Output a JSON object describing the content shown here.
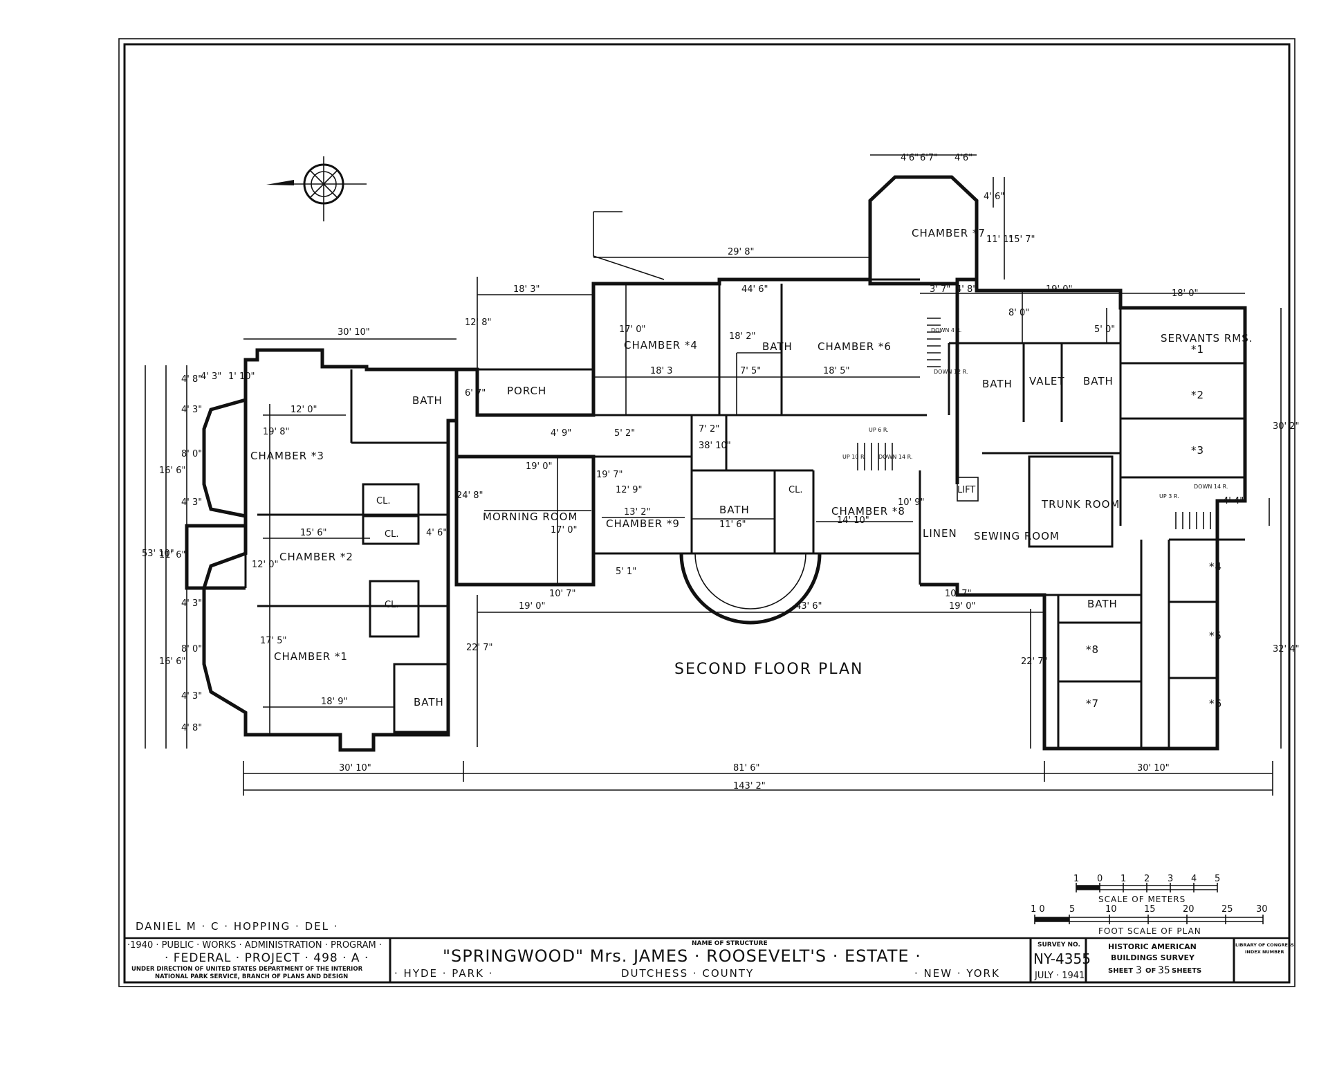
{
  "drawing_title": "SECOND FLOOR PLAN",
  "delineator": "DANIEL M · C · HOPPING · DEL ·",
  "rooms": [
    {
      "label": "CHAMBER *7"
    },
    {
      "label": "CHAMBER *4"
    },
    {
      "label": "CHAMBER *6"
    },
    {
      "label": "CHAMBER *3"
    },
    {
      "label": "CHAMBER *2"
    },
    {
      "label": "CHAMBER *1"
    },
    {
      "label": "CHAMBER *9"
    },
    {
      "label": "CHAMBER *8"
    },
    {
      "label": "MORNING ROOM"
    },
    {
      "label": "PORCH"
    },
    {
      "label": "BATH"
    },
    {
      "label": "VALET"
    },
    {
      "label": "SERVANTS RMS."
    },
    {
      "label": "TRUNK ROOM"
    },
    {
      "label": "SEWING ROOM"
    },
    {
      "label": "LINEN"
    },
    {
      "label": "LIFT"
    },
    {
      "label": "CL."
    },
    {
      "label": "*1"
    },
    {
      "label": "*2"
    },
    {
      "label": "*3"
    },
    {
      "label": "*4"
    },
    {
      "label": "*5"
    },
    {
      "label": "*6"
    },
    {
      "label": "*7"
    },
    {
      "label": "*8"
    }
  ],
  "dimensions": {
    "top_bay_a": "4'6\"",
    "top_bay_b": "6'7\"",
    "top_bay_c": "4'6\"",
    "d_29_8": "29' 8\"",
    "d_18_3_top": "18' 3\"",
    "d_44_6": "44' 6\"",
    "d_3_7": "3' 7\"",
    "d_4_8": "4' 8\"",
    "d_19_0_top": "19' 0\"",
    "d_18_0": "18' 0\"",
    "d_30_10_top": "30' 10\"",
    "d_12_8": "12' 8\"",
    "d_6_7": "6' 7\"",
    "d_17_0": "17' 0\"",
    "d_18_3": "18' 3",
    "d_18_2": "18' 2\"",
    "d_7_5": "7' 5\"",
    "d_18_5": "18' 5\"",
    "d_12_0": "12' 0\"",
    "d_19_8": "19' 8\"",
    "d_15_6": "15' 6\"",
    "d_12_0b": "12' 0\"",
    "d_4_6": "4' 6\"",
    "d_17_5": "17' 5\"",
    "d_18_9": "18' 9\"",
    "d_19_0_mr": "19' 0\"",
    "d_24_8": "24' 8\"",
    "d_17_0b": "17' 0\"",
    "d_10_7": "10' 7\"",
    "d_19_7": "19' 7\"",
    "d_12_9": "12' 9\"",
    "d_13_2": "13' 2\"",
    "d_5_1": "5' 1\"",
    "d_38_10": "38' 10\"",
    "d_7_2": "7' 2\"",
    "d_11_6": "11' 6\"",
    "d_14_10": "14' 10\"",
    "d_10_9": "10' 9\"",
    "d_8_0": "8' 0\"",
    "d_15_7": "15' 7\"",
    "d_11_1": "11' 1\"",
    "d_4_6v": "4' 6\"",
    "d_5_0": "5' 0\"",
    "d_30_2": "30' 2\"",
    "d_4_4": "4' 4\"",
    "d_32_4": "32' 4\"",
    "d_22_7a": "22' 7\"",
    "d_22_7b": "22' 7\"",
    "d_19_0_b1": "19' 0\"",
    "d_43_6": "43' 6\"",
    "d_10_7b": "10' 7\"",
    "d_19_0_b2": "19' 0\"",
    "d_53_10": "53' 10\"",
    "d_16_6a": "16' 6\"",
    "d_11_6v": "11' 6\"",
    "d_16_6b": "16' 6\"",
    "d_4_8a": "4' 8\"",
    "d_4_3a": "4' 3\"",
    "d_8_0a": "8' 0\"",
    "d_4_3b": "4' 3\"",
    "d_4_3c": "4' 3\"",
    "d_8_0b": "8' 0\"",
    "d_4_3d": "4' 3\"",
    "d_4_8b": "4' 8\"",
    "d_4_3h": "4' 3\"",
    "d_1_10": "1' 10\"",
    "d_4_9": "4' 9\"",
    "d_5_2": "5' 2\"",
    "bot_30_10a": "30' 10\"",
    "bot_81_6": "81' 6\"",
    "bot_30_10b": "30' 10\"",
    "bot_143_2": "143' 2\""
  },
  "stairs": {
    "up_10r": "UP 10 R.",
    "down_14r": "DOWN 14 R.",
    "up_6r": "UP 6 R.",
    "down_14r_b": "DOWN 14 R.",
    "up_3r": "UP 3 R.",
    "down_12r": "DOWN 12 R.",
    "down_4r": "DOWN 4 R."
  },
  "scales": {
    "meters_ticks": [
      "1",
      "0",
      "1",
      "2",
      "3",
      "4",
      "5"
    ],
    "meters_label": "SCALE OF METERS",
    "feet_ticks": [
      "1 0",
      "5",
      "10",
      "15",
      "20",
      "25",
      "30"
    ],
    "feet_label": "FOOT SCALE OF PLAN"
  },
  "title_block": {
    "program_line1": "·1940 · PUBLIC · WORKS · ADMINISTRATION · PROGRAM ·",
    "program_line2": "· FEDERAL · PROJECT · 498 · A ·",
    "program_line3": "UNDER DIRECTION OF UNITED STATES DEPARTMENT OF THE INTERIOR",
    "program_line4": "NATIONAL PARK SERVICE, BRANCH OF PLANS AND DESIGN",
    "structure_caption": "NAME OF STRUCTURE",
    "structure_name": "\"SPRINGWOOD\" Mrs. JAMES · ROOSEVELT'S · ESTATE ·",
    "loc_town": "· HYDE · PARK ·",
    "loc_county": "DUTCHESS · COUNTY",
    "loc_state": "· NEW · YORK",
    "survey_caption": "SURVEY NO.",
    "survey_no": "NY-4355",
    "survey_date": "JULY · 1941",
    "habs_line1": "HISTORIC AMERICAN",
    "habs_line2": "BUILDINGS SURVEY",
    "sheet_word": "SHEET",
    "sheet_no": "3",
    "of_word": "OF",
    "sheet_total": "35",
    "sheets_word": "SHEETS",
    "loc_line1": "LIBRARY OF CONGRESS",
    "loc_line2": "INDEX NUMBER"
  }
}
